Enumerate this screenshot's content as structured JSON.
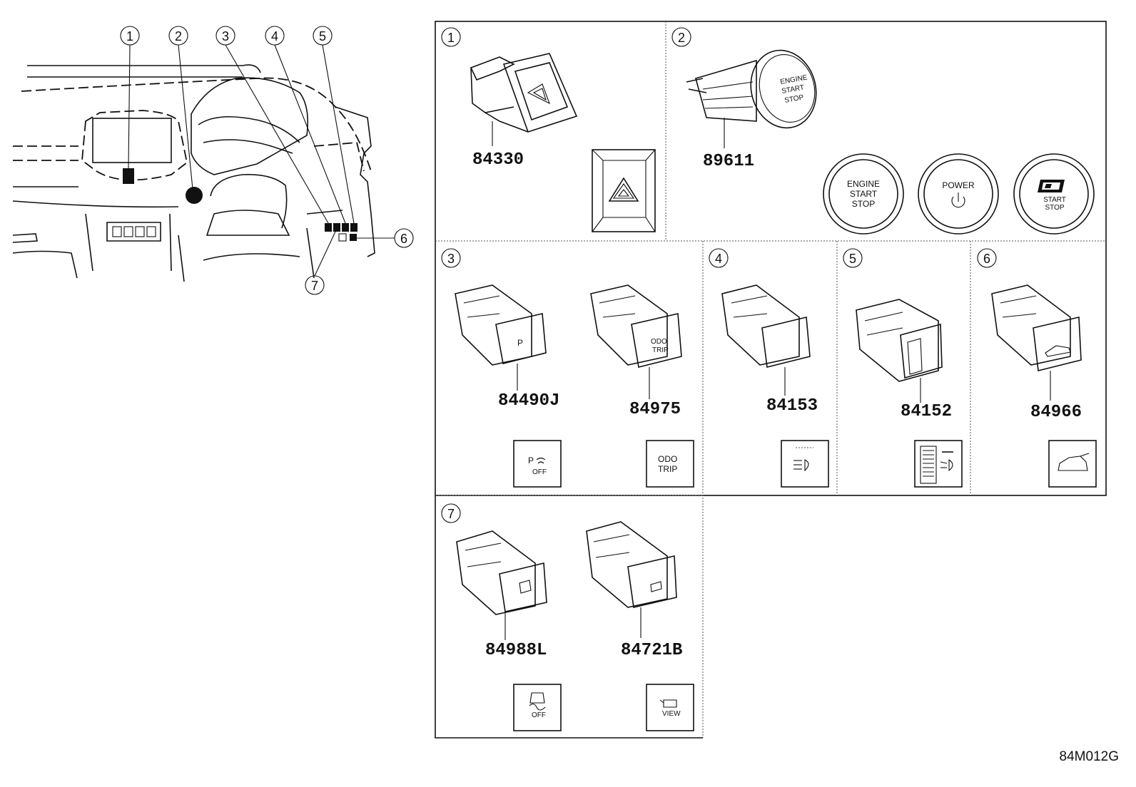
{
  "overview_callouts": [
    "1",
    "2",
    "3",
    "4",
    "5",
    "6",
    "7"
  ],
  "panels": [
    {
      "id": "1",
      "parts": [
        "84330"
      ]
    },
    {
      "id": "2",
      "parts": [
        "89611"
      ],
      "button_labels": [
        [
          "ENGINE",
          "START",
          "STOP"
        ],
        [
          "POWER"
        ],
        [
          "START",
          "STOP"
        ]
      ]
    },
    {
      "id": "3",
      "parts": [
        "84490J",
        "84975"
      ],
      "icon_labels": [
        "P",
        "OFF",
        "ODO",
        "TRIP"
      ]
    },
    {
      "id": "4",
      "parts": [
        "84153"
      ]
    },
    {
      "id": "5",
      "parts": [
        "84152"
      ]
    },
    {
      "id": "6",
      "parts": [
        "84966"
      ]
    },
    {
      "id": "7",
      "parts": [
        "84988L",
        "84721B"
      ],
      "icon_labels": [
        "OFF",
        "VIEW"
      ]
    }
  ],
  "diagram_code": "84M012G"
}
